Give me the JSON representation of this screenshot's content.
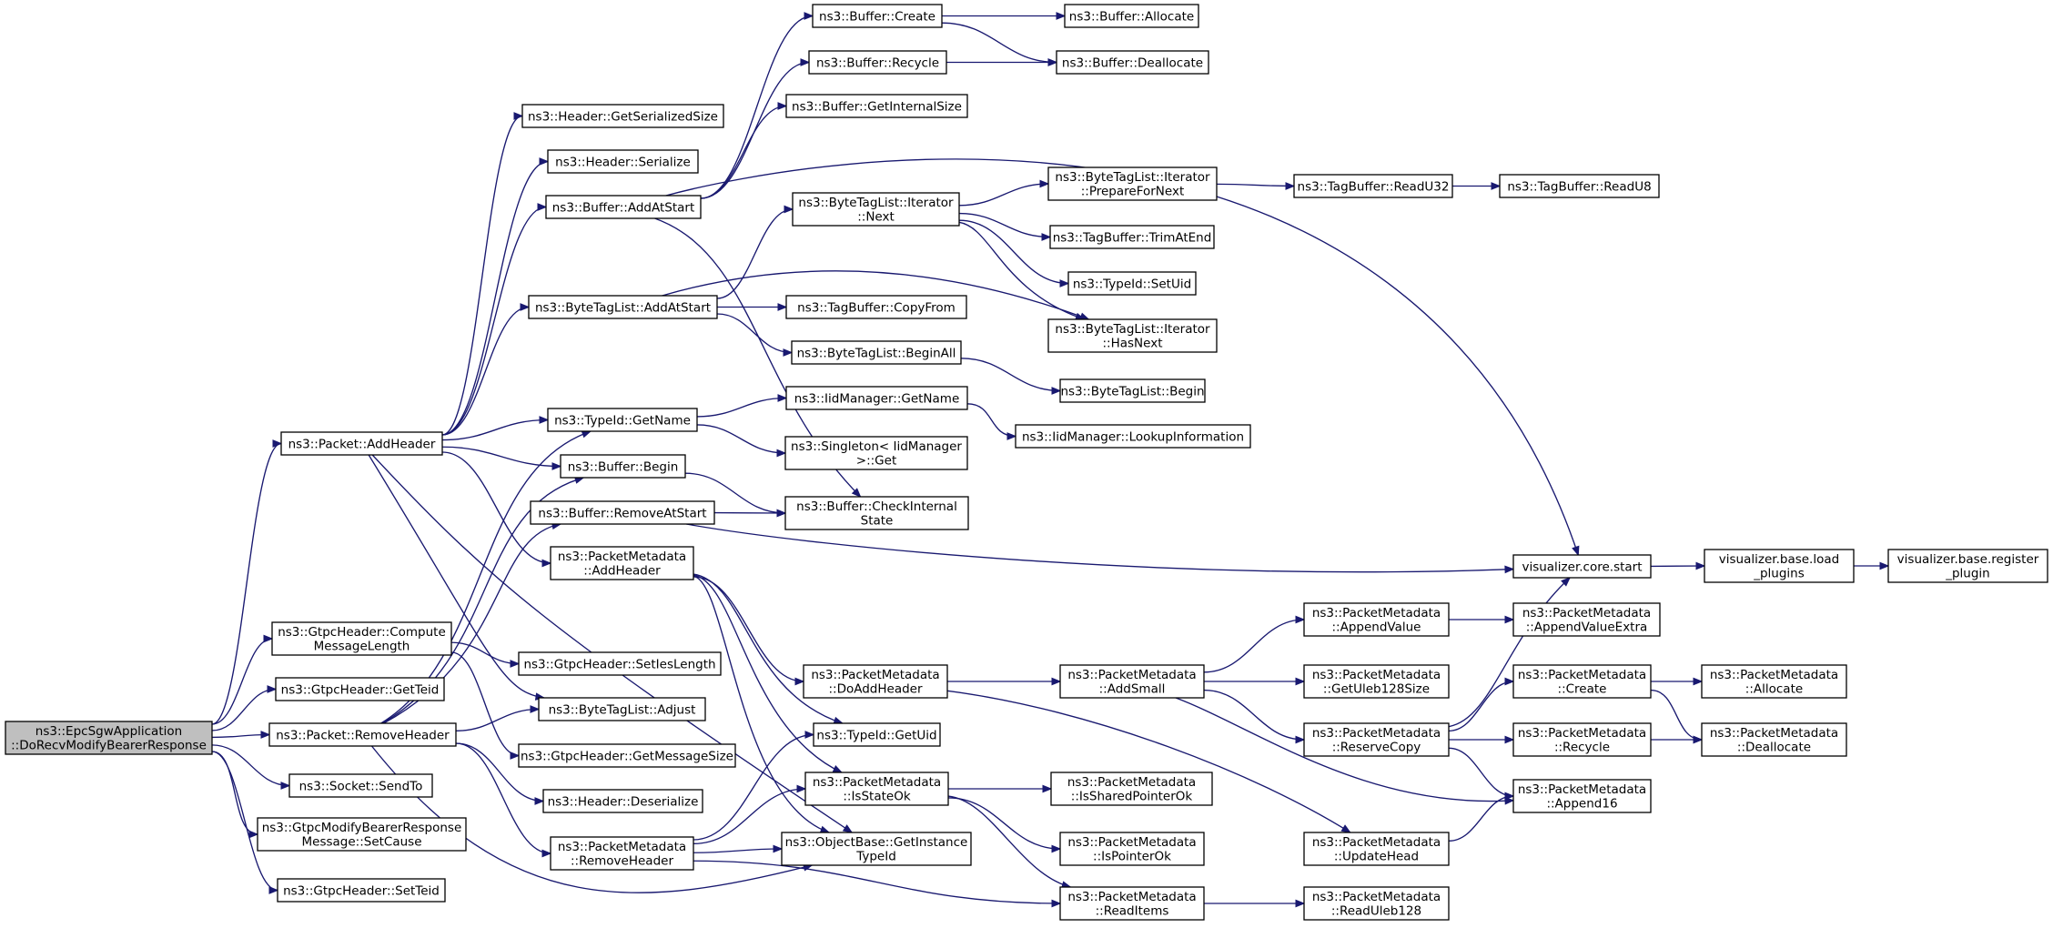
{
  "nodes": [
    {
      "id": "root",
      "lines": [
        "ns3::EpcSgwApplication",
        "::DoRecvModifyBearerResponse"
      ]
    },
    {
      "id": "addheader",
      "lines": [
        "ns3::Packet::AddHeader"
      ]
    },
    {
      "id": "computelen",
      "lines": [
        "ns3::GtpcHeader::Compute",
        "MessageLength"
      ]
    },
    {
      "id": "getteid",
      "lines": [
        "ns3::GtpcHeader::GetTeid"
      ]
    },
    {
      "id": "removeheader",
      "lines": [
        "ns3::Packet::RemoveHeader"
      ]
    },
    {
      "id": "sendto",
      "lines": [
        "ns3::Socket::SendTo"
      ]
    },
    {
      "id": "setcause",
      "lines": [
        "ns3::GtpcModifyBearerResponse",
        "Message::SetCause"
      ]
    },
    {
      "id": "setteid",
      "lines": [
        "ns3::GtpcHeader::SetTeid"
      ]
    },
    {
      "id": "hdrsersize",
      "lines": [
        "ns3::Header::GetSerializedSize"
      ]
    },
    {
      "id": "hdrserialize",
      "lines": [
        "ns3::Header::Serialize"
      ]
    },
    {
      "id": "bufaddatstart",
      "lines": [
        "ns3::Buffer::AddAtStart"
      ]
    },
    {
      "id": "btladdatstart",
      "lines": [
        "ns3::ByteTagList::AddAtStart"
      ]
    },
    {
      "id": "typeidgetname",
      "lines": [
        "ns3::TypeId::GetName"
      ]
    },
    {
      "id": "bufbegin",
      "lines": [
        "ns3::Buffer::Begin"
      ]
    },
    {
      "id": "bufremoveatstart",
      "lines": [
        "ns3::Buffer::RemoveAtStart"
      ]
    },
    {
      "id": "pmaddheader",
      "lines": [
        "ns3::PacketMetadata",
        "::AddHeader"
      ]
    },
    {
      "id": "setieslength",
      "lines": [
        "ns3::GtpcHeader::SetIesLength"
      ]
    },
    {
      "id": "btladjust",
      "lines": [
        "ns3::ByteTagList::Adjust"
      ]
    },
    {
      "id": "getmsgsize",
      "lines": [
        "ns3::GtpcHeader::GetMessageSize"
      ]
    },
    {
      "id": "hdrdeserialize",
      "lines": [
        "ns3::Header::Deserialize"
      ]
    },
    {
      "id": "pmremoveheader",
      "lines": [
        "ns3::PacketMetadata",
        "::RemoveHeader"
      ]
    },
    {
      "id": "bufcreate",
      "lines": [
        "ns3::Buffer::Create"
      ]
    },
    {
      "id": "bufrecycle",
      "lines": [
        "ns3::Buffer::Recycle"
      ]
    },
    {
      "id": "bufinternalsize",
      "lines": [
        "ns3::Buffer::GetInternalSize"
      ]
    },
    {
      "id": "btlinext",
      "lines": [
        "ns3::ByteTagList::Iterator",
        "::Next"
      ]
    },
    {
      "id": "tbcopyfrom",
      "lines": [
        "ns3::TagBuffer::CopyFrom"
      ]
    },
    {
      "id": "btlbeginall",
      "lines": [
        "ns3::ByteTagList::BeginAll"
      ]
    },
    {
      "id": "iidgetname",
      "lines": [
        "ns3::IidManager::GetName"
      ]
    },
    {
      "id": "singletonget",
      "lines": [
        "ns3::Singleton< IidManager",
        ">::Get"
      ]
    },
    {
      "id": "bufcheckinternal",
      "lines": [
        "ns3::Buffer::CheckInternal",
        "State"
      ]
    },
    {
      "id": "pmdoaddheader",
      "lines": [
        "ns3::PacketMetadata",
        "::DoAddHeader"
      ]
    },
    {
      "id": "typeidgetuid",
      "lines": [
        "ns3::TypeId::GetUid"
      ]
    },
    {
      "id": "pmisstateok",
      "lines": [
        "ns3::PacketMetadata",
        "::IsStateOk"
      ]
    },
    {
      "id": "objgetinstance",
      "lines": [
        "ns3::ObjectBase::GetInstance",
        "TypeId"
      ]
    },
    {
      "id": "bufallocate",
      "lines": [
        "ns3::Buffer::Allocate"
      ]
    },
    {
      "id": "bufdeallocate",
      "lines": [
        "ns3::Buffer::Deallocate"
      ]
    },
    {
      "id": "btliprepare",
      "lines": [
        "ns3::ByteTagList::Iterator",
        "::PrepareForNext"
      ]
    },
    {
      "id": "tbtrimatend",
      "lines": [
        "ns3::TagBuffer::TrimAtEnd"
      ]
    },
    {
      "id": "typeidsetuid",
      "lines": [
        "ns3::TypeId::SetUid"
      ]
    },
    {
      "id": "btlihasnext",
      "lines": [
        "ns3::ByteTagList::Iterator",
        "::HasNext"
      ]
    },
    {
      "id": "btlbegin",
      "lines": [
        "ns3::ByteTagList::Begin"
      ]
    },
    {
      "id": "iidlookup",
      "lines": [
        "ns3::IidManager::LookupInformation"
      ]
    },
    {
      "id": "pmaddsmall",
      "lines": [
        "ns3::PacketMetadata",
        "::AddSmall"
      ]
    },
    {
      "id": "pmissharedok",
      "lines": [
        "ns3::PacketMetadata",
        "::IsSharedPointerOk"
      ]
    },
    {
      "id": "pmispointerok",
      "lines": [
        "ns3::PacketMetadata",
        "::IsPointerOk"
      ]
    },
    {
      "id": "pmreaditems",
      "lines": [
        "ns3::PacketMetadata",
        "::ReadItems"
      ]
    },
    {
      "id": "tbreadu32",
      "lines": [
        "ns3::TagBuffer::ReadU32"
      ]
    },
    {
      "id": "tbreadu8",
      "lines": [
        "ns3::TagBuffer::ReadU8"
      ]
    },
    {
      "id": "viscorestart",
      "lines": [
        "visualizer.core.start"
      ]
    },
    {
      "id": "visbaseload",
      "lines": [
        "visualizer.base.load",
        "_plugins"
      ]
    },
    {
      "id": "visbaseregister",
      "lines": [
        "visualizer.base.register",
        "_plugin"
      ]
    },
    {
      "id": "pmappendvalue",
      "lines": [
        "ns3::PacketMetadata",
        "::AppendValue"
      ]
    },
    {
      "id": "pmgetuleb128",
      "lines": [
        "ns3::PacketMetadata",
        "::GetUleb128Size"
      ]
    },
    {
      "id": "pmreservecopy",
      "lines": [
        "ns3::PacketMetadata",
        "::ReserveCopy"
      ]
    },
    {
      "id": "pmupdatehead",
      "lines": [
        "ns3::PacketMetadata",
        "::UpdateHead"
      ]
    },
    {
      "id": "pmreaduleb128",
      "lines": [
        "ns3::PacketMetadata",
        "::ReadUleb128"
      ]
    },
    {
      "id": "pmappendvalueextra",
      "lines": [
        "ns3::PacketMetadata",
        "::AppendValueExtra"
      ]
    },
    {
      "id": "pmcreate",
      "lines": [
        "ns3::PacketMetadata",
        "::Create"
      ]
    },
    {
      "id": "pmrecycle",
      "lines": [
        "ns3::PacketMetadata",
        "::Recycle"
      ]
    },
    {
      "id": "pmappend16",
      "lines": [
        "ns3::PacketMetadata",
        "::Append16"
      ]
    },
    {
      "id": "pmallocate",
      "lines": [
        "ns3::PacketMetadata",
        "::Allocate"
      ]
    },
    {
      "id": "pmdeallocate",
      "lines": [
        "ns3::PacketMetadata",
        "::Deallocate"
      ]
    }
  ],
  "edges": [
    [
      "root",
      "addheader"
    ],
    [
      "root",
      "computelen"
    ],
    [
      "root",
      "getteid"
    ],
    [
      "root",
      "removeheader"
    ],
    [
      "root",
      "sendto"
    ],
    [
      "root",
      "setcause"
    ],
    [
      "root",
      "setteid"
    ],
    [
      "addheader",
      "hdrsersize"
    ],
    [
      "addheader",
      "hdrserialize"
    ],
    [
      "addheader",
      "bufaddatstart"
    ],
    [
      "addheader",
      "btladdatstart"
    ],
    [
      "addheader",
      "typeidgetname"
    ],
    [
      "addheader",
      "bufbegin"
    ],
    [
      "addheader",
      "pmaddheader"
    ],
    [
      "addheader",
      "btladjust"
    ],
    [
      "addheader",
      "objgetinstance"
    ],
    [
      "computelen",
      "setieslength"
    ],
    [
      "computelen",
      "getmsgsize"
    ],
    [
      "removeheader",
      "typeidgetname"
    ],
    [
      "removeheader",
      "bufbegin"
    ],
    [
      "removeheader",
      "bufremoveatstart"
    ],
    [
      "removeheader",
      "btladjust"
    ],
    [
      "removeheader",
      "hdrdeserialize"
    ],
    [
      "removeheader",
      "pmremoveheader"
    ],
    [
      "removeheader",
      "objgetinstance"
    ],
    [
      "bufaddatstart",
      "bufcreate"
    ],
    [
      "bufaddatstart",
      "bufrecycle"
    ],
    [
      "bufaddatstart",
      "bufinternalsize"
    ],
    [
      "bufaddatstart",
      "bufcheckinternal"
    ],
    [
      "bufaddatstart",
      "viscorestart"
    ],
    [
      "bufcreate",
      "bufallocate"
    ],
    [
      "bufcreate",
      "bufdeallocate"
    ],
    [
      "bufrecycle",
      "bufdeallocate"
    ],
    [
      "btladdatstart",
      "btlinext"
    ],
    [
      "btladdatstart",
      "tbcopyfrom"
    ],
    [
      "btladdatstart",
      "btlbeginall"
    ],
    [
      "btladdatstart",
      "btlihasnext"
    ],
    [
      "btlinext",
      "btliprepare"
    ],
    [
      "btlinext",
      "tbtrimatend"
    ],
    [
      "btlinext",
      "typeidsetuid"
    ],
    [
      "btlinext",
      "btlihasnext"
    ],
    [
      "btliprepare",
      "tbreadu32"
    ],
    [
      "tbreadu32",
      "tbreadu8"
    ],
    [
      "btlbeginall",
      "btlbegin"
    ],
    [
      "typeidgetname",
      "iidgetname"
    ],
    [
      "typeidgetname",
      "singletonget"
    ],
    [
      "iidgetname",
      "iidlookup"
    ],
    [
      "bufbegin",
      "bufcheckinternal"
    ],
    [
      "bufremoveatstart",
      "bufcheckinternal"
    ],
    [
      "bufremoveatstart",
      "viscorestart"
    ],
    [
      "pmaddheader",
      "pmdoaddheader"
    ],
    [
      "pmaddheader",
      "typeidgetuid"
    ],
    [
      "pmaddheader",
      "pmisstateok"
    ],
    [
      "pmaddheader",
      "objgetinstance"
    ],
    [
      "pmremoveheader",
      "typeidgetuid"
    ],
    [
      "pmremoveheader",
      "pmisstateok"
    ],
    [
      "pmremoveheader",
      "objgetinstance"
    ],
    [
      "pmremoveheader",
      "pmreaditems"
    ],
    [
      "pmdoaddheader",
      "pmaddsmall"
    ],
    [
      "pmdoaddheader",
      "pmupdatehead"
    ],
    [
      "pmisstateok",
      "pmissharedok"
    ],
    [
      "pmisstateok",
      "pmispointerok"
    ],
    [
      "pmisstateok",
      "pmreaditems"
    ],
    [
      "pmaddsmall",
      "pmappendvalue"
    ],
    [
      "pmaddsmall",
      "pmgetuleb128"
    ],
    [
      "pmaddsmall",
      "pmreservecopy"
    ],
    [
      "pmaddsmall",
      "pmappend16"
    ],
    [
      "pmreaditems",
      "pmreaduleb128"
    ],
    [
      "viscorestart",
      "visbaseload"
    ],
    [
      "visbaseload",
      "visbaseregister"
    ],
    [
      "pmappendvalue",
      "pmappendvalueextra"
    ],
    [
      "pmreservecopy",
      "viscorestart"
    ],
    [
      "pmreservecopy",
      "pmcreate"
    ],
    [
      "pmreservecopy",
      "pmrecycle"
    ],
    [
      "pmreservecopy",
      "pmappend16"
    ],
    [
      "pmupdatehead",
      "pmappend16"
    ],
    [
      "pmcreate",
      "pmallocate"
    ],
    [
      "pmcreate",
      "pmdeallocate"
    ],
    [
      "pmrecycle",
      "pmdeallocate"
    ]
  ]
}
